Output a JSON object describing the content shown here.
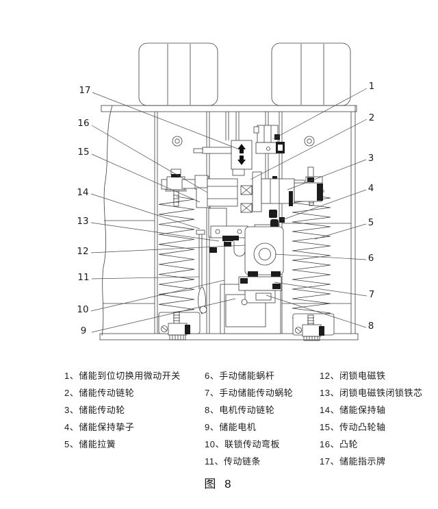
{
  "figure": {
    "caption": "图 8",
    "callouts": {
      "c1": "1",
      "c2": "2",
      "c3": "3",
      "c4": "4",
      "c5": "5",
      "c6": "6",
      "c7": "7",
      "c8": "8",
      "c9": "9",
      "c10": "10",
      "c11": "11",
      "c12": "12",
      "c13": "13",
      "c14": "14",
      "c15": "15",
      "c16": "16",
      "c17": "17"
    }
  },
  "legend": {
    "columns": [
      {
        "items": [
          "1、储能到位切换用微动开关",
          "2、储能传动链轮",
          "3、储能传动轮",
          "4、储能保持挚子",
          "5、储能拉簧"
        ]
      },
      {
        "items": [
          "6、手动储能蜗杆",
          "7、手动储能传动蜗轮",
          "8、电机传动链轮",
          "9、储能电机",
          "10、联锁传动弯板",
          "11、传动链条"
        ]
      },
      {
        "items": [
          "12、闭锁电磁铁",
          "13、闭锁电磁铁闭锁铁芯",
          "14、储能保持轴",
          "15、传动凸轮轴",
          "16、凸轮",
          "17、储能指示牌"
        ]
      }
    ]
  },
  "colors": {
    "background": "#ffffff",
    "line": "#3b3b3b",
    "text": "#1a1a1a",
    "solid_fill": "#1c1c1c"
  }
}
